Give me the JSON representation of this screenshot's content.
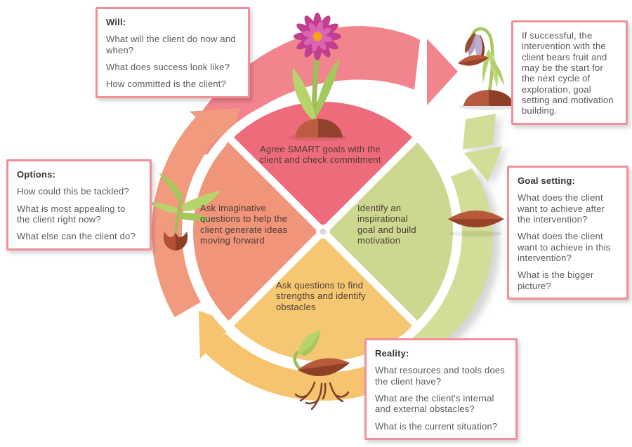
{
  "boxes": {
    "will": {
      "title": "Will:",
      "questions": [
        "What will the client do now and when?",
        "What does success look like?",
        "How committed is the client?"
      ]
    },
    "success": {
      "body": "If successful, the intervention with the client bears fruit and may be the start for the next cycle of exploration, goal setting and motivation building."
    },
    "goal_setting": {
      "title": "Goal setting:",
      "questions": [
        "What does the client want to achieve after the intervention?",
        "What does the client want to achieve in this intervention?",
        "What is the bigger picture?"
      ]
    },
    "options": {
      "title": "Options:",
      "questions": [
        "How could this be tackled?",
        "What is most appealing to the client right now?",
        "What else can the client do?"
      ]
    },
    "reality": {
      "title": "Reality:",
      "questions": [
        "What resources and tools does the client have?",
        "What are the client's internal and external obstacles?",
        "What is the current situation?"
      ]
    }
  },
  "wheel": {
    "quadrants": [
      {
        "id": "top",
        "label": "Agree SMART goals with the client and check commitment",
        "color": "#ee6b7b"
      },
      {
        "id": "right",
        "label": "Identify an inspirational goal and build motivation",
        "color": "#ccd78f"
      },
      {
        "id": "bottom",
        "label": "Ask questions to find strengths and identify obstacles",
        "color": "#f6c773"
      },
      {
        "id": "left",
        "label": "Ask imaginative questions to help the client generate ideas moving forward",
        "color": "#f0947a"
      }
    ]
  },
  "palette": {
    "box_border": "#f2909a",
    "arc_pink": "#f2848d",
    "arc_salmon": "#f29a7e",
    "arc_yellow": "#f6c46f",
    "arc_green": "#d4dd97",
    "seed_brown": "#b85a3a",
    "seed_brown_dark": "#8e3f28",
    "leaf_green_light": "#b7d46c",
    "leaf_green_dark": "#a3c95c",
    "flower_pink": "#c33e91",
    "flower_pink_light": "#da64b2",
    "flower_center_orange": "#f6a21c"
  },
  "illustrations": {
    "top": "blooming-flower-icon",
    "top_right": "wilted-flower-icon",
    "right": "seed-icon",
    "bottom": "sprouting-seed-icon",
    "left": "seedling-icon"
  }
}
